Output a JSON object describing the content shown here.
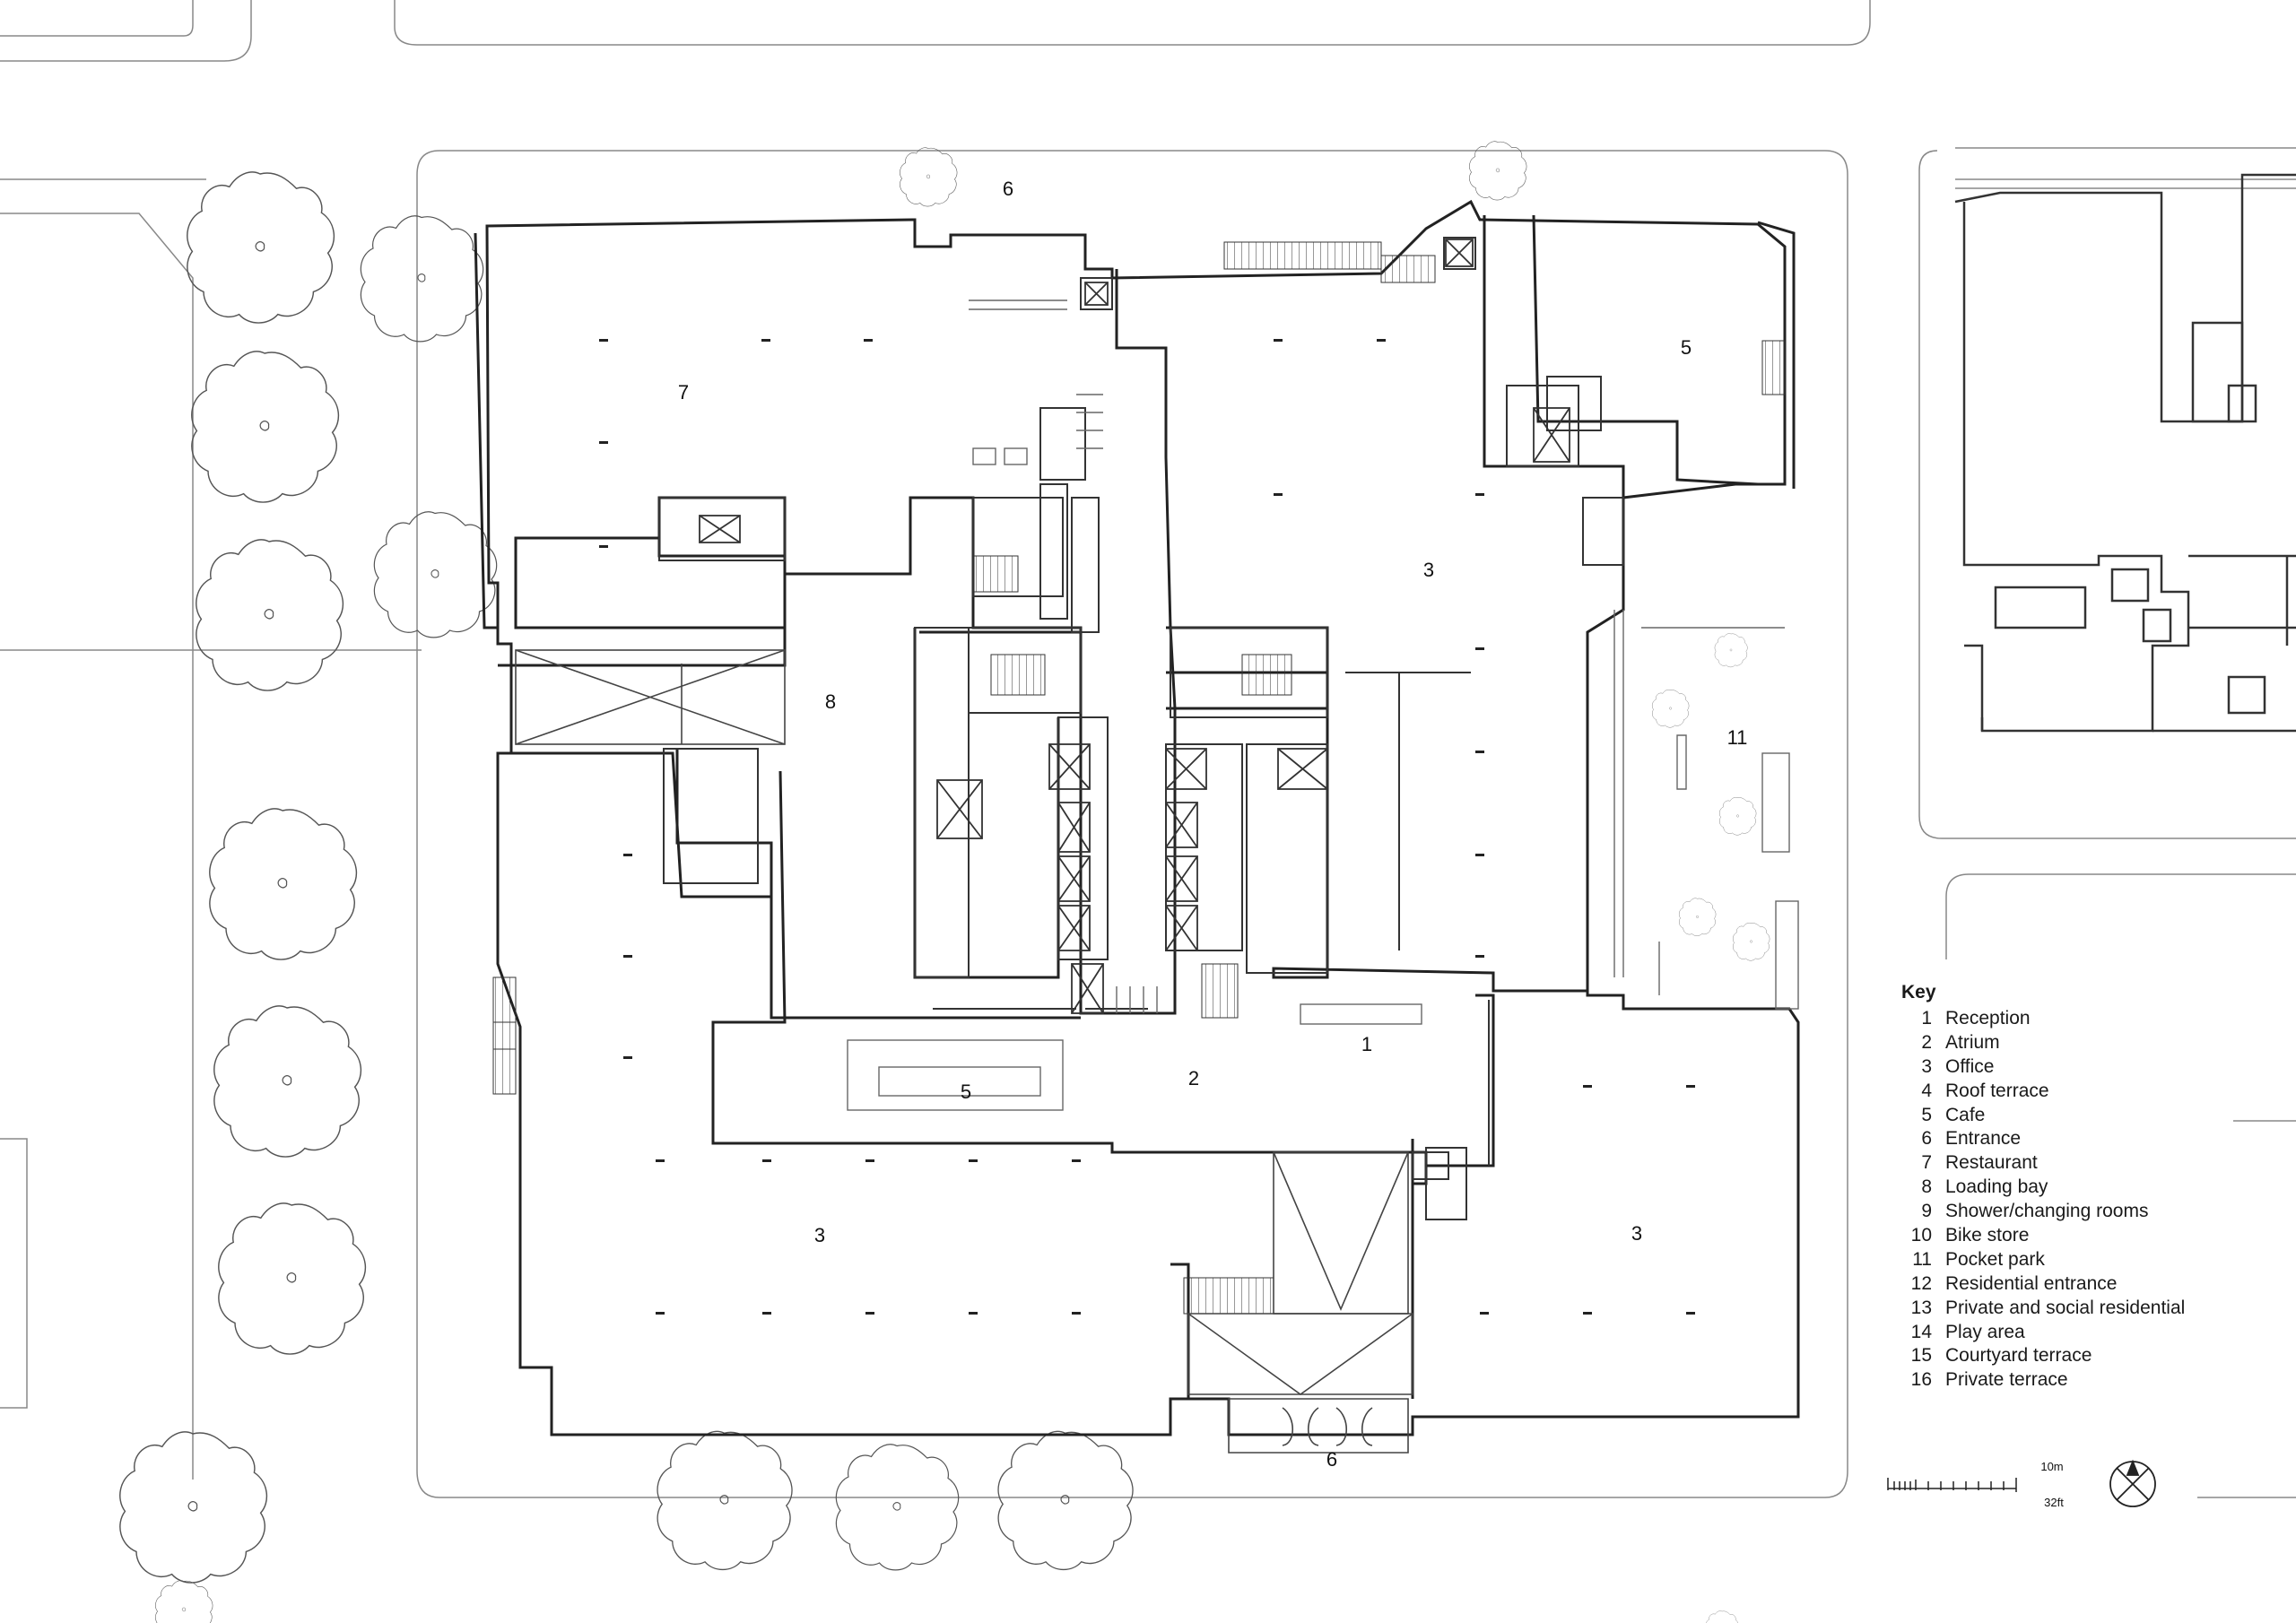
{
  "room_labels": [
    {
      "id": "restaurant",
      "text": "7"
    },
    {
      "id": "entrance-north",
      "text": "6"
    },
    {
      "id": "cafe-east",
      "text": "5"
    },
    {
      "id": "office-east",
      "text": "3"
    },
    {
      "id": "loading-bay",
      "text": "8"
    },
    {
      "id": "pocket-park",
      "text": "11"
    },
    {
      "id": "reception",
      "text": "1"
    },
    {
      "id": "atrium",
      "text": "2"
    },
    {
      "id": "cafe-atrium",
      "text": "5"
    },
    {
      "id": "office-southwest",
      "text": "3"
    },
    {
      "id": "office-southeast",
      "text": "3"
    },
    {
      "id": "entrance-south",
      "text": "6"
    }
  ],
  "key": {
    "title": "Key",
    "items": [
      {
        "num": "1",
        "label": "Reception"
      },
      {
        "num": "2",
        "label": "Atrium"
      },
      {
        "num": "3",
        "label": "Office"
      },
      {
        "num": "4",
        "label": "Roof terrace"
      },
      {
        "num": "5",
        "label": "Cafe"
      },
      {
        "num": "6",
        "label": "Entrance"
      },
      {
        "num": "7",
        "label": "Restaurant"
      },
      {
        "num": "8",
        "label": "Loading bay"
      },
      {
        "num": "9",
        "label": "Shower/changing rooms"
      },
      {
        "num": "10",
        "label": "Bike store"
      },
      {
        "num": "11",
        "label": "Pocket park"
      },
      {
        "num": "12",
        "label": "Residential entrance"
      },
      {
        "num": "13",
        "label": "Private and social residential"
      },
      {
        "num": "14",
        "label": "Play area"
      },
      {
        "num": "15",
        "label": "Courtyard terrace"
      },
      {
        "num": "16",
        "label": "Private terrace"
      }
    ]
  },
  "scale_bar": {
    "metric": "10m",
    "imperial": "32ft"
  },
  "icons": {
    "north": "north-arrow-icon",
    "tree": "tree-icon",
    "lift": "lift-icon",
    "stair": "stair-icon"
  },
  "colors": {
    "line": "#222222",
    "thin": "#777777",
    "background": "#ffffff"
  }
}
